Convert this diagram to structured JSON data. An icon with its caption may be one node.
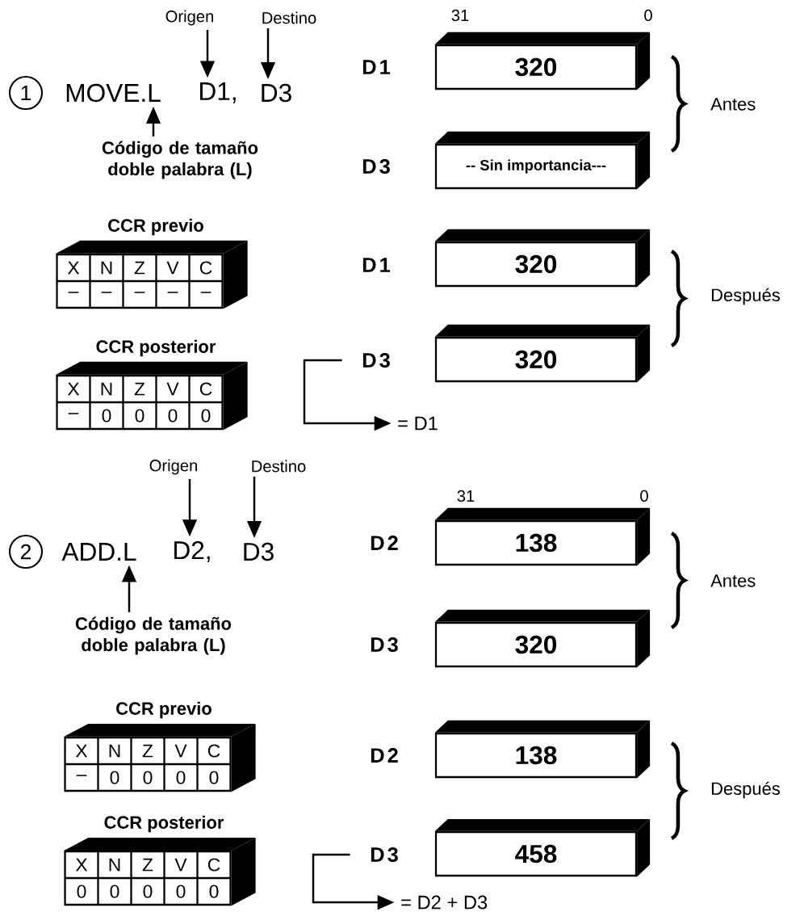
{
  "diagram": {
    "nodes": [
      {
        "text": [
          "1"
        ]
      },
      {
        "text": [
          "MOVE.L"
        ]
      },
      {
        "text": [
          "D1,"
        ]
      },
      {
        "text": [
          "D3"
        ]
      },
      {
        "text": [
          "Origen"
        ]
      },
      {
        "text": [
          "Destino"
        ]
      },
      {
        "text": [
          "Código de tamaño doble palabra (L)"
        ]
      },
      {
        "text": [
          "D1"
        ]
      },
      {
        "text": [
          "320"
        ]
      },
      {
        "text": [
          "D3"
        ]
      },
      {
        "text": [
          "-- Sin importancia---"
        ]
      },
      {
        "text": [
          "CCR previo",
          "X",
          "N",
          "Z",
          "V",
          "C",
          "–",
          "–",
          "–",
          "–",
          "–"
        ]
      },
      {
        "text": [
          "D1"
        ]
      },
      {
        "text": [
          "320"
        ]
      },
      {
        "text": [
          "CCR posterior",
          "X",
          "N",
          "Z",
          "V",
          "C",
          "–",
          "0",
          "0",
          "0",
          "0"
        ]
      },
      {
        "text": [
          "D3"
        ]
      },
      {
        "text": [
          "320"
        ]
      },
      {
        "text": [
          "= D1"
        ]
      },
      {
        "text": [
          "2"
        ]
      },
      {
        "text": [
          "ADD.L"
        ]
      },
      {
        "text": [
          "D2,"
        ]
      },
      {
        "text": [
          "D3"
        ]
      },
      {
        "text": [
          "Origen"
        ]
      },
      {
        "text": [
          "Destino"
        ]
      },
      {
        "text": [
          "Código de tamaño doble palabra (L)"
        ]
      },
      {
        "text": [
          "D2"
        ]
      },
      {
        "text": [
          "138"
        ]
      },
      {
        "text": [
          "D3"
        ]
      },
      {
        "text": [
          "320"
        ]
      },
      {
        "text": [
          "CCR previo",
          "X",
          "N",
          "Z",
          "V",
          "C",
          "–",
          "0",
          "0",
          "0",
          "0"
        ]
      },
      {
        "text": [
          "D2"
        ]
      },
      {
        "text": [
          "138"
        ]
      },
      {
        "text": [
          "CCR posterior",
          "X",
          "N",
          "Z",
          "V",
          "C",
          "0",
          "0",
          "0",
          "0",
          "0"
        ]
      },
      {
        "text": [
          "D3"
        ]
      },
      {
        "text": [
          "458"
        ]
      },
      {
        "text": [
          "= D2 + D3"
        ]
      }
    ],
    "edges": [
      {
        "from": 4,
        "to": 2,
        "arrow": "to"
      },
      {
        "from": 5,
        "to": 3,
        "arrow": "to"
      },
      {
        "from": 6,
        "to": 1,
        "arrow": "to"
      },
      {
        "from": 15,
        "to": 17,
        "arrow": "to"
      },
      {
        "from": 22,
        "to": 20,
        "arrow": "to"
      },
      {
        "from": 23,
        "to": 21,
        "arrow": "to"
      },
      {
        "from": 24,
        "to": 19,
        "arrow": "to"
      },
      {
        "from": 33,
        "to": 35,
        "arrow": "to"
      }
    ],
    "labels": [
      "31",
      "0",
      "Antes",
      "Después",
      "31",
      "0",
      "Antes",
      "Después"
    ]
  }
}
